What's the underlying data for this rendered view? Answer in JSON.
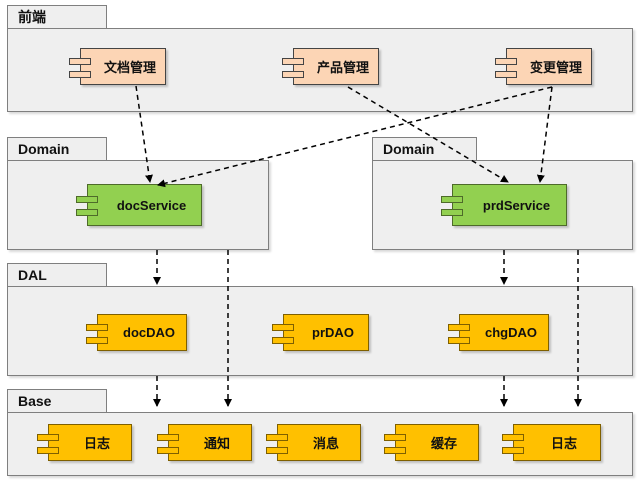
{
  "layers": {
    "frontend": {
      "title": "前端",
      "components": [
        "文档管理",
        "产品管理",
        "变更管理"
      ]
    },
    "domain_left": {
      "title": "Domain",
      "component": "docService"
    },
    "domain_right": {
      "title": "Domain",
      "component": "prdService"
    },
    "dal": {
      "title": "DAL",
      "components": [
        "docDAO",
        "prDAO",
        "chgDAO"
      ]
    },
    "base": {
      "title": "Base",
      "components": [
        "日志",
        "通知",
        "消息",
        "缓存",
        "日志"
      ]
    }
  },
  "colors": {
    "frontend_component": "#fcd5b5",
    "domain_component": "#92d050",
    "dal_component": "#ffc000",
    "package_fill": "#efefef",
    "arrow": "#000000"
  },
  "icons": {
    "component": "uml-component-icon",
    "dependency": "dashed-arrow"
  }
}
